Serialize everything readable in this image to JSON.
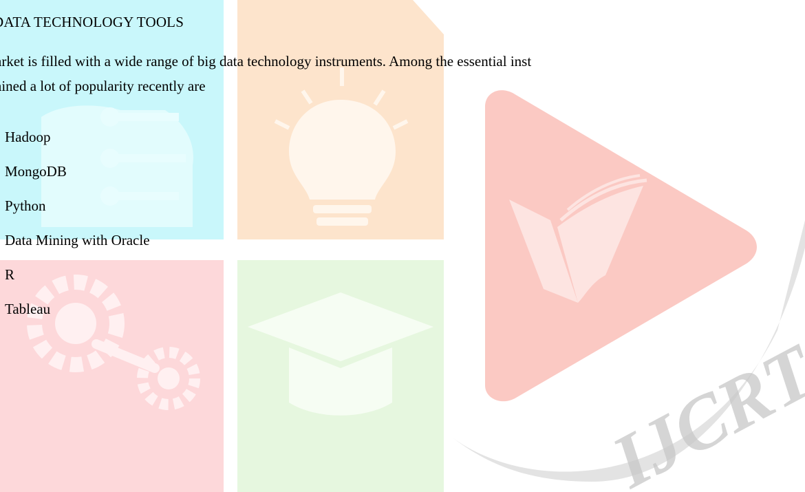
{
  "heading": "DATA TECHNOLOGY TOOLS",
  "paragraph_lines": [
    "arket is filled with a wide range of big data technology instruments. Among the essential inst",
    "ained a lot of popularity recently are"
  ],
  "tools": [
    "Hadoop",
    "MongoDB",
    "Python",
    "Data Mining with Oracle",
    "R",
    "Tableau"
  ],
  "watermark": {
    "logo_text": "IJCRT",
    "icons": [
      "circuit-head-icon",
      "lightbulb-icon",
      "gears-icon",
      "graduation-cap-icon",
      "open-book-icon"
    ],
    "colors": {
      "cyan": "#c9f7fb",
      "orange": "#fde4cc",
      "pink": "#fdd8da",
      "green": "#e6f7df",
      "red": "#fbc9c3",
      "gray": "#d9d9d9"
    }
  }
}
